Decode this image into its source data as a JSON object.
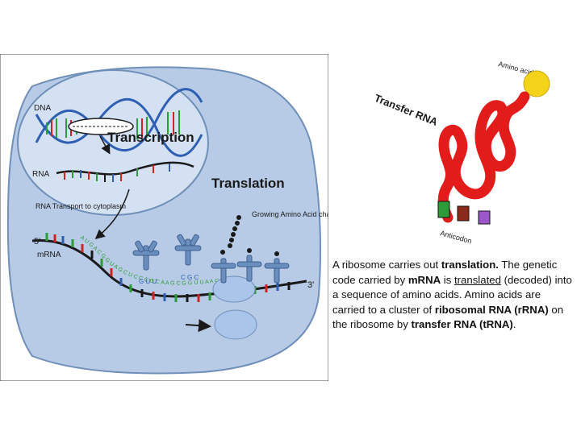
{
  "diagram": {
    "dna_label": "DNA",
    "transcription_label": "Transcription",
    "rna_label": "RNA",
    "translation_label": "Translation",
    "rna_transport_label": "RNA Transport to cytoplasm",
    "growing_chain_label": "Growing Amino Acid chain",
    "five_prime": "5'",
    "three_prime": "3'",
    "mrna_label": "mRNA",
    "anticodon_1": "G U U",
    "anticodon_2": "C G C",
    "mrna_sequence": "A U G A C G G U A G C U C C C G C A A G C G G U U A A C C G C U",
    "colors": {
      "cell_fill": "#b7cbe6",
      "cell_stroke": "#6f8fb8",
      "nucleus_fill": "#d3e1f2",
      "ribosome": "#a9c6ea",
      "trna": "#6a8fbf",
      "base_red": "#d22323",
      "base_green": "#2e9b3b",
      "base_blue": "#2f5fb3",
      "base_black": "#1a1a1a"
    }
  },
  "trna_figure": {
    "amino_acid_label": "Amino acid",
    "transfer_rna_label": "Transfer RNA",
    "anticodon_label": "Anticodon",
    "colors": {
      "strand": "#e21b1b",
      "amino": "#f3d21a"
    }
  },
  "caption": {
    "t1": "A ribosome carries out ",
    "t2": "translation.",
    "t3": " The genetic code carried by ",
    "t4": "mRNA",
    "t5": " is ",
    "t6": "translated",
    "t7": " (decoded) into a sequence of amino acids. Amino acids are carried to a cluster of ",
    "t8": "ribosomal RNA (rRNA)",
    "t9": " on the ribosome by ",
    "t10": "transfer RNA (tRNA)",
    "t11": "."
  }
}
